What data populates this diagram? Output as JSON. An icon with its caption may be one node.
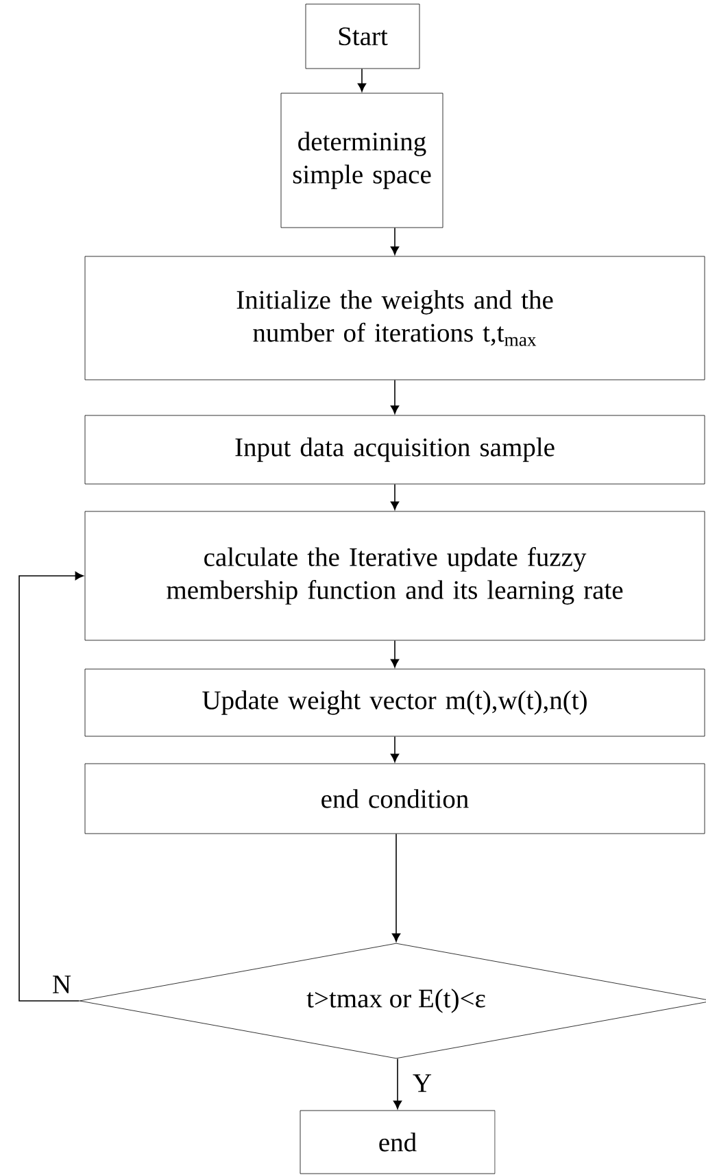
{
  "diagram": {
    "nodes": [
      {
        "text": [
          "Start"
        ]
      },
      {
        "text": [
          "determining simple space"
        ]
      },
      {
        "text": [
          "Initialize the weights and the number of iterations t,t$_{max}$"
        ]
      },
      {
        "text": [
          "Input data acquisition sample"
        ]
      },
      {
        "text": [
          "calculate the Iterative update fuzzy membership function and its learning rate"
        ]
      },
      {
        "text": [
          "Update weight vector m(t),w(t),n(t)"
        ]
      },
      {
        "text": [
          "end condition"
        ]
      },
      {
        "text": [
          "t>tmax or E(t)<ε"
        ]
      },
      {
        "text": [
          "end"
        ]
      }
    ],
    "edges": [
      {
        "from": 0,
        "to": 1,
        "arrow": "to"
      },
      {
        "from": 1,
        "to": 2,
        "arrow": "to"
      },
      {
        "from": 2,
        "to": 3,
        "arrow": "to"
      },
      {
        "from": 3,
        "to": 4,
        "arrow": "to"
      },
      {
        "from": 4,
        "to": 5,
        "arrow": "to"
      },
      {
        "from": 5,
        "to": 6,
        "arrow": "to"
      },
      {
        "from": 6,
        "to": 7,
        "arrow": "to"
      },
      {
        "from": 7,
        "to": 8,
        "arrow": "to",
        "label": "Y"
      },
      {
        "from": 7,
        "to": 4,
        "arrow": "to",
        "label": "N"
      }
    ]
  }
}
